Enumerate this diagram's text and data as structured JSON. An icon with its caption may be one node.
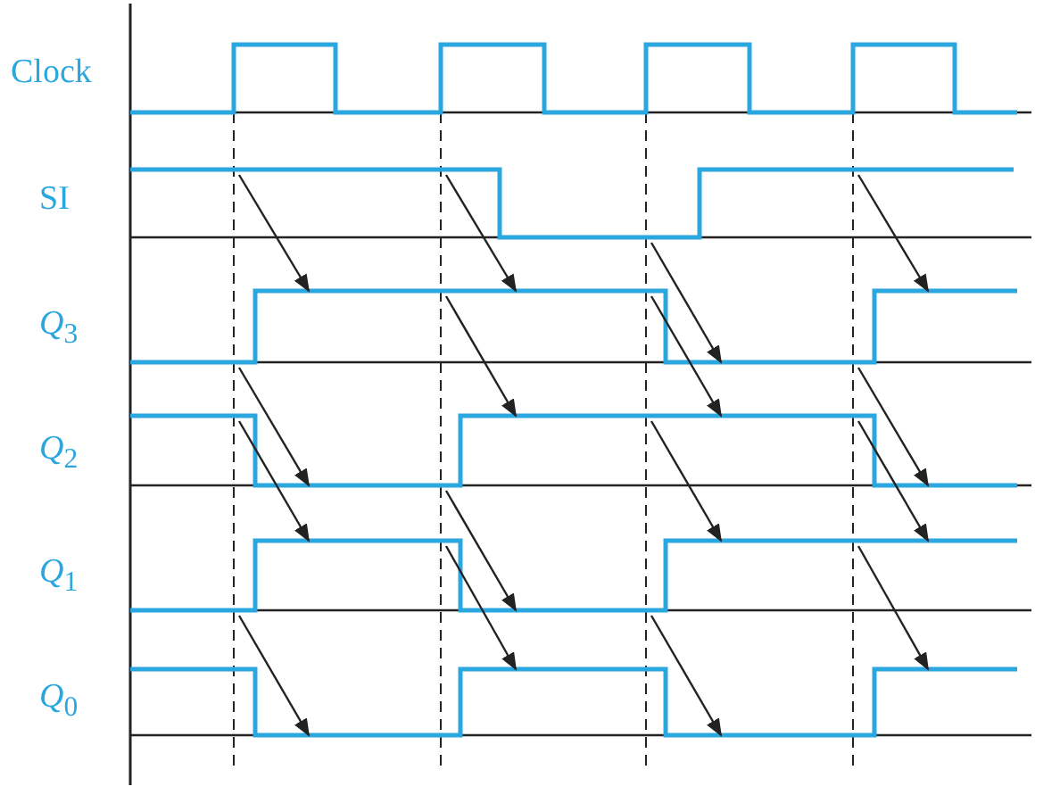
{
  "diagram": {
    "labels": [
      "Clock",
      "SI",
      "*Q*$_{3}$",
      "*Q*$_{2}$",
      "*Q*$_{1}$",
      "*Q*$_{0}$"
    ]
  }
}
